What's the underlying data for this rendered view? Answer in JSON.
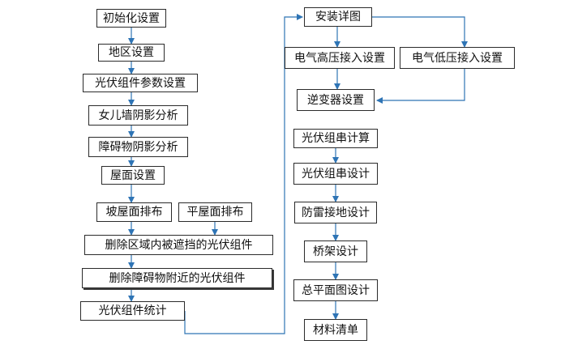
{
  "colors": {
    "arrow": "#2e74b5",
    "border": "#2b2b2b",
    "text": "#111111",
    "background": "#ffffff"
  },
  "left_column": {
    "init": "初始化设置",
    "region": "地区设置",
    "pv_params": "光伏组件参数设置",
    "parapet_shadow": "女儿墙阴影分析",
    "obstacle_shadow": "障碍物阴影分析",
    "roof": "屋面设置",
    "slope_layout": "坡屋面排布",
    "flat_layout": "平屋面排布",
    "delete_in_region": "删除区域内被遮挡的光伏组件",
    "delete_near_obstacle": "删除障碍物附近的光伏组件",
    "pv_stats": "光伏组件统计"
  },
  "right_column": {
    "install_detail": "安装详图",
    "hv_connect": "电气高压接入设置",
    "lv_connect": "电气低压接入设置",
    "inverter": "逆变器设置",
    "string_calc": "光伏组串计算",
    "string_design": "光伏组串设计",
    "lightning_ground": "防雷接地设计",
    "bridge_design": "桥架设计",
    "general_plan": "总平面图设计",
    "materials": "材料清单"
  }
}
